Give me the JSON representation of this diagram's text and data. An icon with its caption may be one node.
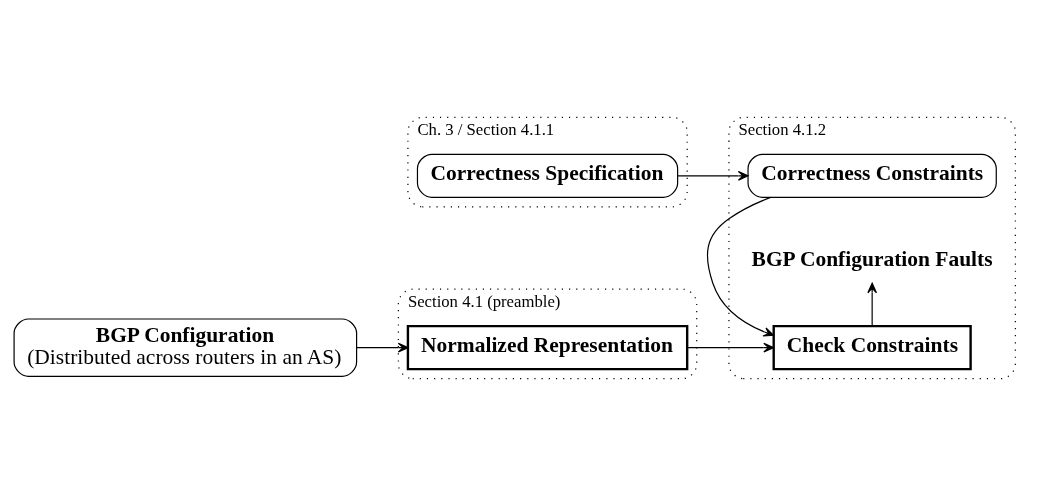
{
  "diagram": {
    "nodes": [
      {
        "text": [
          "Ch. 3 / Section 4.1.1"
        ]
      },
      {
        "text": [
          "Correctness Specification"
        ],
        "in": 0
      },
      {
        "text": [
          "Section 4.1.2"
        ]
      },
      {
        "text": [
          "Correctness Constraints"
        ],
        "in": 2
      },
      {
        "text": [
          "Check Constraints"
        ],
        "in": 2
      },
      {
        "text": [
          "BGP Configuration Faults"
        ],
        "in": 2
      },
      {
        "text": [
          "BGP Configuration",
          "(Distributed across routers in an AS)"
        ]
      },
      {
        "text": [
          "Section 4.1 (preamble)"
        ]
      },
      {
        "text": [
          "Normalized Representation"
        ],
        "in": 7
      }
    ],
    "edges": [
      {
        "from": 1,
        "to": 3,
        "arrow": "to"
      },
      {
        "from": 3,
        "to": 4,
        "arrow": "to"
      },
      {
        "from": 6,
        "to": 8,
        "arrow": "to"
      },
      {
        "from": 8,
        "to": 4,
        "arrow": "to"
      },
      {
        "from": 4,
        "to": 5,
        "arrow": "to"
      }
    ]
  }
}
